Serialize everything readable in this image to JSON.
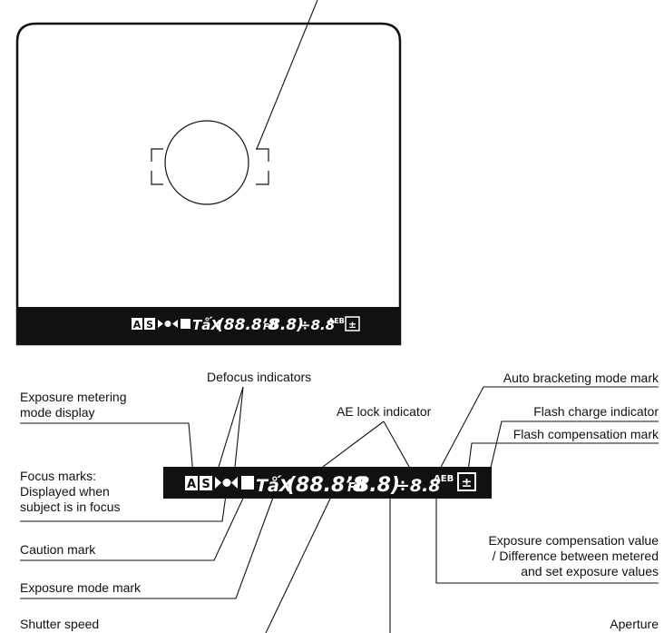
{
  "viewfinder": {
    "display_strip": {
      "metering_a": "A",
      "metering_s": "S",
      "exposure_mode": "TǻX",
      "digits_main": "(88.8’8",
      "f_mark": "F",
      "digits_aperture": "8.8)",
      "compensation": "÷8.8",
      "aeb": "AEB",
      "flash_mark": "±"
    }
  },
  "labels": {
    "defocus": "Defocus indicators",
    "auto_bracketing": "Auto bracketing mode mark",
    "metering_line1": "Exposure metering",
    "metering_line2": "mode display",
    "ae_lock": "AE lock indicator",
    "flash_charge": "Flash charge indicator",
    "flash_comp": "Flash compensation mark",
    "focus_line1": "Focus marks:",
    "focus_line2": "Displayed when",
    "focus_line3": "subject is in focus",
    "caution": "Caution mark",
    "exposure_mode": "Exposure mode mark",
    "shutter": "Shutter speed",
    "comp_line1": "Exposure compensation value",
    "comp_line2": "/ Difference between metered",
    "comp_line3": "and set exposure values",
    "aperture": "Aperture"
  },
  "colors": {
    "strip_bg": "#111111",
    "ink": "#111111",
    "paper": "#ffffff"
  }
}
